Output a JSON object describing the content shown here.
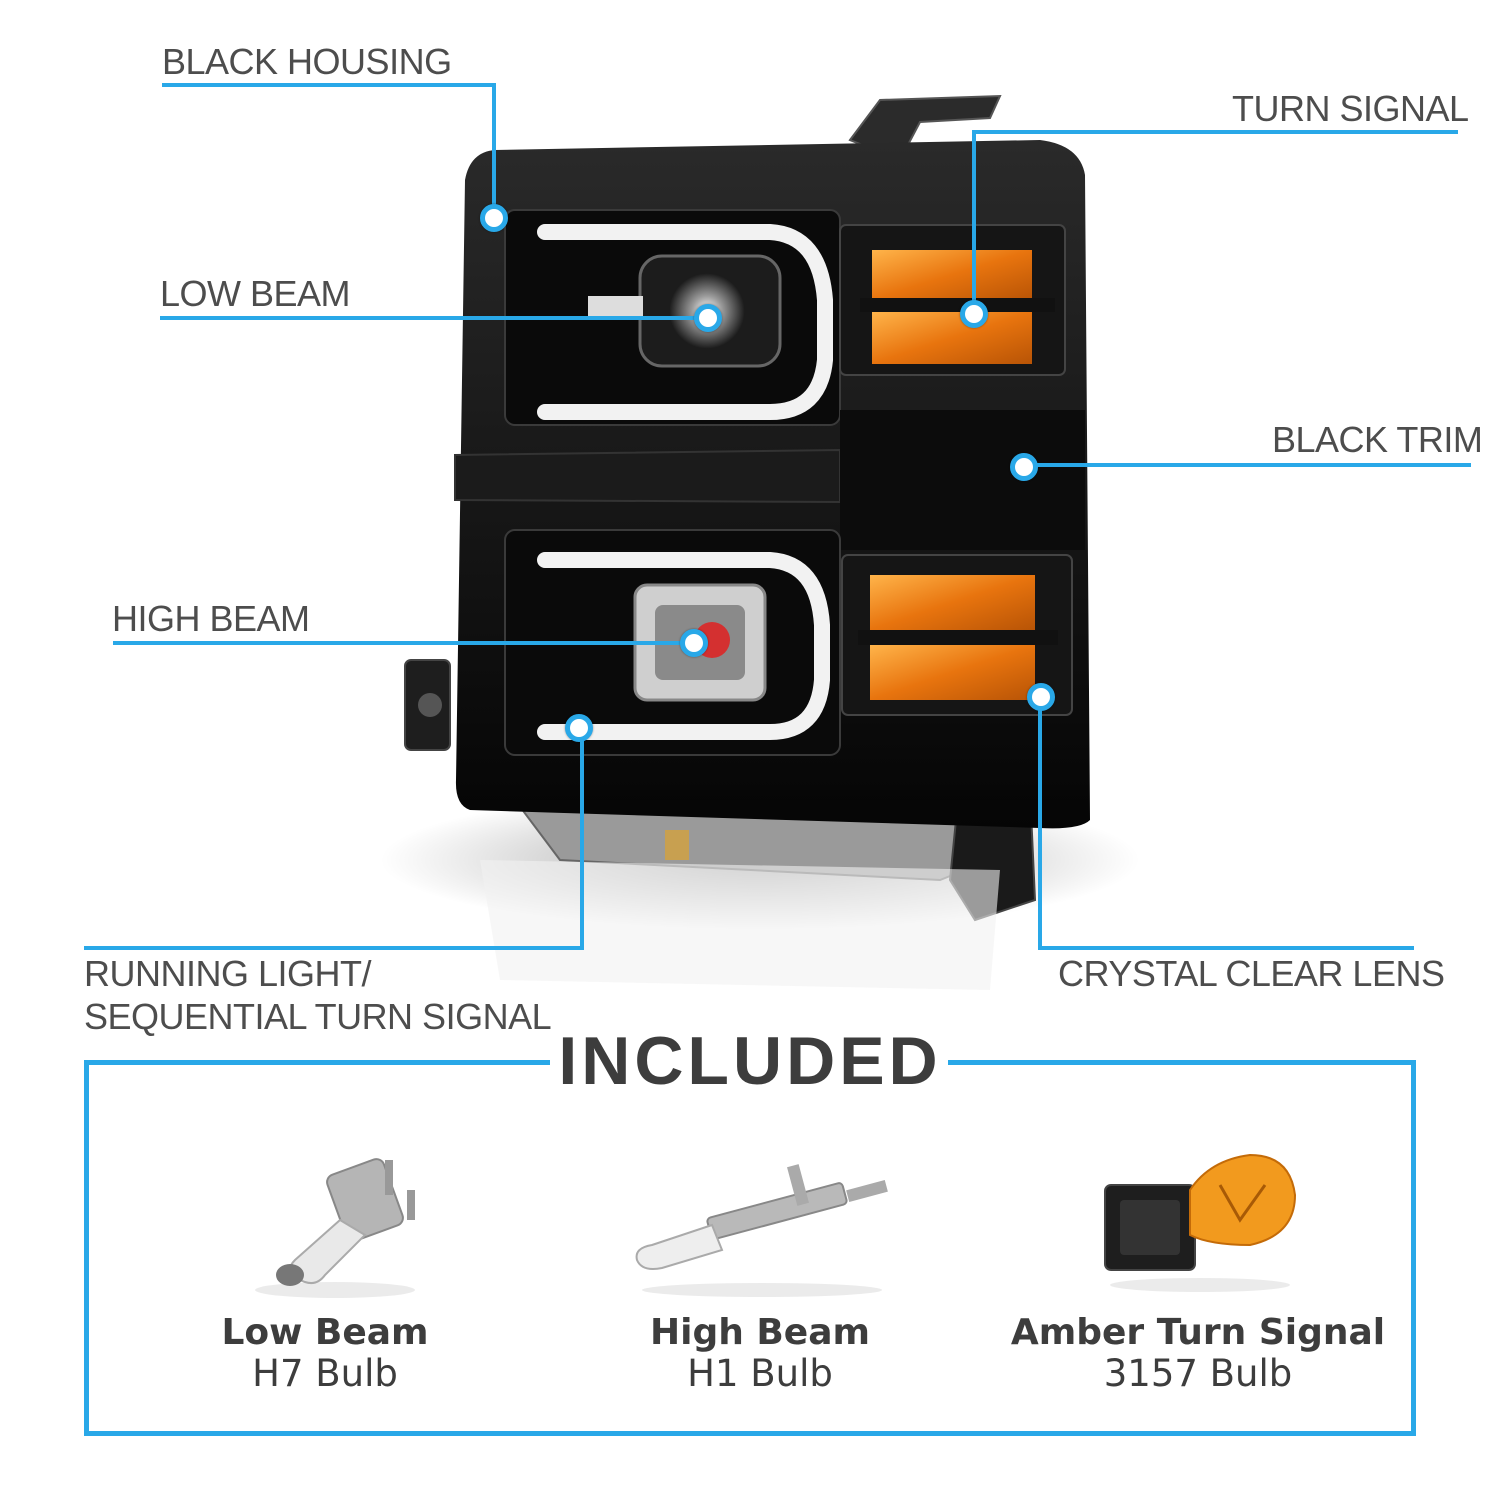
{
  "callouts": {
    "black_housing": "BLACK HOUSING",
    "low_beam": "LOW BEAM",
    "high_beam": "HIGH BEAM",
    "running_light_1": "RUNNING LIGHT/",
    "running_light_2": "SEQUENTIAL TURN SIGNAL",
    "turn_signal": "TURN SIGNAL",
    "black_trim": "BLACK TRIM",
    "crystal_clear_lens": "CRYSTAL CLEAR LENS"
  },
  "included": {
    "title": "INCLUDED",
    "bulbs": [
      {
        "name": "Low Beam",
        "type": "H7 Bulb",
        "icon": "h7-bulb-icon"
      },
      {
        "name": "High Beam",
        "type": "H1 Bulb",
        "icon": "h1-bulb-icon"
      },
      {
        "name": "Amber Turn Signal",
        "type": "3157 Bulb",
        "icon": "3157-bulb-icon"
      }
    ]
  },
  "colors": {
    "accent": "#29a8e8",
    "text": "#4d4d4d",
    "amber": "#f08a1c",
    "housing": "#111111"
  }
}
